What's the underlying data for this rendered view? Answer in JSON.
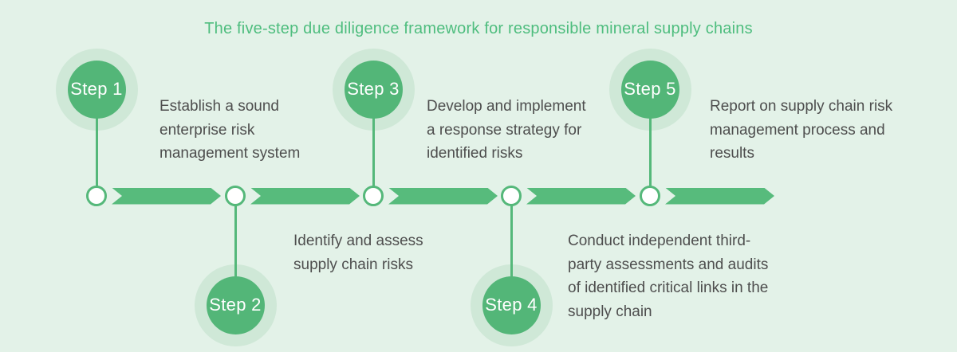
{
  "title": "The five-step due diligence framework for responsible mineral supply chains",
  "colors": {
    "background": "#e3f2e8",
    "halo": "#cfe8d7",
    "step_circle": "#53b678",
    "arrow": "#57bb7c",
    "connector": "#55b87a",
    "title_text": "#4ebd7e",
    "description_text": "#4e4e4e"
  },
  "steps": [
    {
      "label": "Step 1",
      "position": "top",
      "lines": [
        "Establish a sound",
        "enterprise risk",
        "management system"
      ]
    },
    {
      "label": "Step 2",
      "position": "bottom",
      "lines": [
        "Identify and assess",
        "supply chain risks"
      ]
    },
    {
      "label": "Step 3",
      "position": "top",
      "lines": [
        "Develop and implement",
        "a response strategy for",
        "identified risks"
      ]
    },
    {
      "label": "Step 4",
      "position": "bottom",
      "lines": [
        "Conduct independent third-",
        "party assessments and audits",
        "of identified critical links in the",
        "supply chain"
      ]
    },
    {
      "label": "Step 5",
      "position": "top",
      "lines": [
        "Report on supply chain risk",
        "management process and",
        "results"
      ]
    }
  ]
}
